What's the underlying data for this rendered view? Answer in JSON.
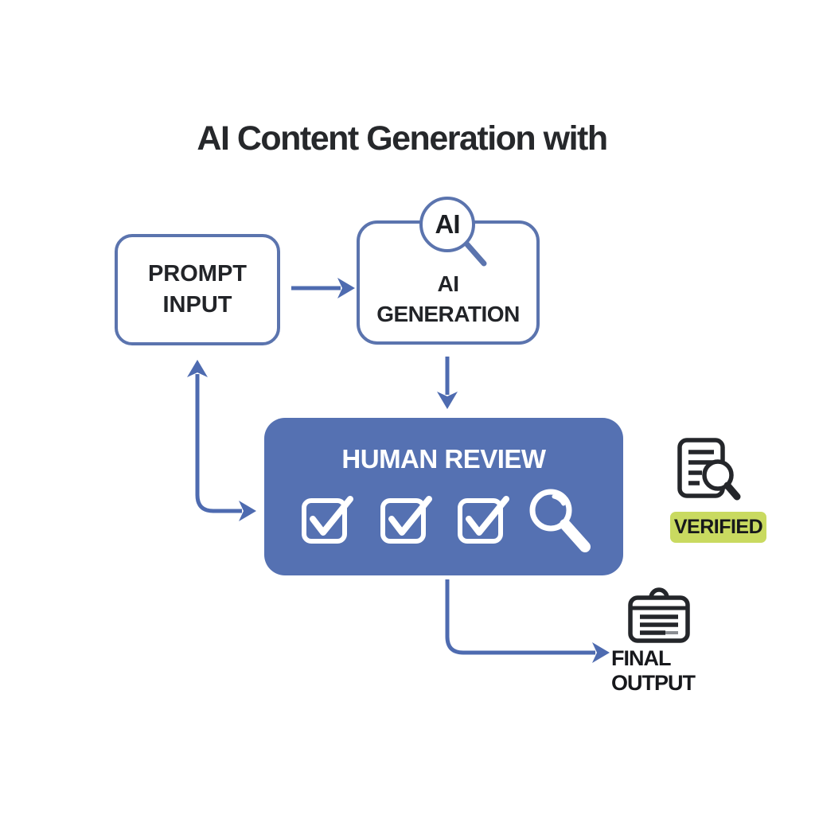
{
  "title": "AI Content Generation with",
  "colors": {
    "arrow_blue": "#4e6bb0",
    "box_border_blue": "#5b74ae",
    "review_box_fill": "#5571b2",
    "verified_green": "#c9da60",
    "text_dark": "#222428",
    "review_text_white": "#ffffff"
  },
  "nodes": {
    "prompt_input": {
      "label": "PROMPT INPUT"
    },
    "ai_generation": {
      "label": "AI GENERATION",
      "badge": "AI"
    },
    "human_review": {
      "label": "HUMAN REVIEW"
    },
    "verified": {
      "label": "VERIFIED"
    },
    "final_output": {
      "label": "FINAL OUTPUT"
    }
  },
  "icons": {
    "ai_badge": "magnifier-circle-with-ai-text",
    "review_checkboxes_count": 3,
    "review_magnifier": "magnifying-glass",
    "verified_document": "document-with-magnifier",
    "final_output_card": "card-with-lines-and-handle"
  },
  "arrows": [
    "prompt-input to ai-generation (right)",
    "ai-generation to human-review (down)",
    "human-review to prompt-input feedback (up) with branch into human-review (right)",
    "human-review to final-output (down then right)"
  ]
}
